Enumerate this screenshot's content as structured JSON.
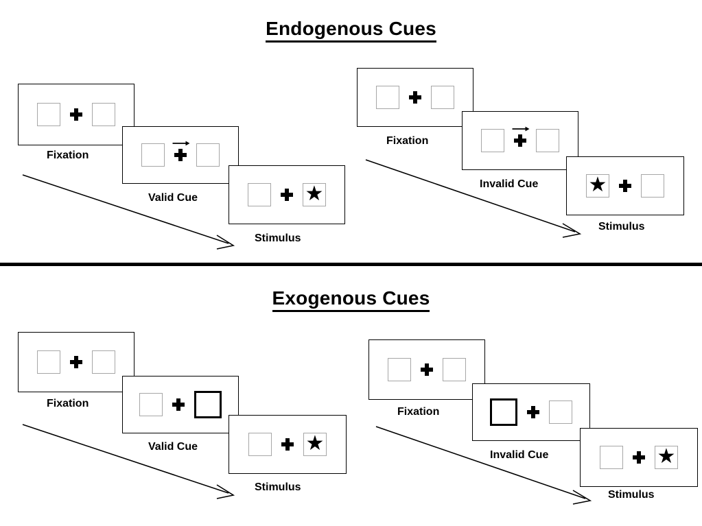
{
  "document": {
    "type": "diagram",
    "description": "Posner cueing paradigm schematic: endogenous vs exogenous cues, valid vs invalid trials"
  },
  "colors": {
    "ink": "#000000",
    "box_border": "#a6a6a6",
    "cued_box_border": "#000000",
    "frame_border": "#000000",
    "background": "#ffffff"
  },
  "sections": [
    {
      "id": "endogenous",
      "title": "Endogenous Cues",
      "sequences": [
        {
          "id": "endogenous-valid",
          "cue_validity": "valid",
          "arrow_label": "time-flow-arrow",
          "steps": [
            {
              "label": "Fixation",
              "left_box": {
                "state": "empty",
                "content": ""
              },
              "right_box": {
                "state": "empty",
                "content": ""
              },
              "center": "fixation-cross",
              "cue": "none"
            },
            {
              "label": "Valid Cue",
              "left_box": {
                "state": "empty",
                "content": ""
              },
              "right_box": {
                "state": "empty",
                "content": ""
              },
              "center": "fixation-cross",
              "cue": "arrow-right"
            },
            {
              "label": "Stimulus",
              "left_box": {
                "state": "empty",
                "content": ""
              },
              "right_box": {
                "state": "target",
                "content": "★"
              },
              "center": "fixation-cross",
              "cue": "none"
            }
          ]
        },
        {
          "id": "endogenous-invalid",
          "cue_validity": "invalid",
          "arrow_label": "time-flow-arrow",
          "steps": [
            {
              "label": "Fixation",
              "left_box": {
                "state": "empty",
                "content": ""
              },
              "right_box": {
                "state": "empty",
                "content": ""
              },
              "center": "fixation-cross",
              "cue": "none"
            },
            {
              "label": "Invalid Cue",
              "left_box": {
                "state": "empty",
                "content": ""
              },
              "right_box": {
                "state": "empty",
                "content": ""
              },
              "center": "fixation-cross",
              "cue": "arrow-right"
            },
            {
              "label": "Stimulus",
              "left_box": {
                "state": "target",
                "content": "★"
              },
              "right_box": {
                "state": "empty",
                "content": ""
              },
              "center": "fixation-cross",
              "cue": "none"
            }
          ]
        }
      ]
    },
    {
      "id": "exogenous",
      "title": "Exogenous Cues",
      "sequences": [
        {
          "id": "exogenous-valid",
          "cue_validity": "valid",
          "arrow_label": "time-flow-arrow",
          "steps": [
            {
              "label": "Fixation",
              "left_box": {
                "state": "empty",
                "content": ""
              },
              "right_box": {
                "state": "empty",
                "content": ""
              },
              "center": "fixation-cross",
              "cue": "none"
            },
            {
              "label": "Valid Cue",
              "left_box": {
                "state": "empty",
                "content": ""
              },
              "right_box": {
                "state": "cued",
                "content": ""
              },
              "center": "fixation-cross",
              "cue": "box-highlight-right"
            },
            {
              "label": "Stimulus",
              "left_box": {
                "state": "empty",
                "content": ""
              },
              "right_box": {
                "state": "target",
                "content": "★"
              },
              "center": "fixation-cross",
              "cue": "none"
            }
          ]
        },
        {
          "id": "exogenous-invalid",
          "cue_validity": "invalid",
          "arrow_label": "time-flow-arrow",
          "steps": [
            {
              "label": "Fixation",
              "left_box": {
                "state": "empty",
                "content": ""
              },
              "right_box": {
                "state": "empty",
                "content": ""
              },
              "center": "fixation-cross",
              "cue": "none"
            },
            {
              "label": "Invalid Cue",
              "left_box": {
                "state": "cued",
                "content": ""
              },
              "right_box": {
                "state": "empty",
                "content": ""
              },
              "center": "fixation-cross",
              "cue": "box-highlight-left"
            },
            {
              "label": "Stimulus",
              "left_box": {
                "state": "empty",
                "content": ""
              },
              "right_box": {
                "state": "target",
                "content": "★"
              },
              "center": "fixation-cross",
              "cue": "none"
            }
          ]
        }
      ]
    }
  ]
}
